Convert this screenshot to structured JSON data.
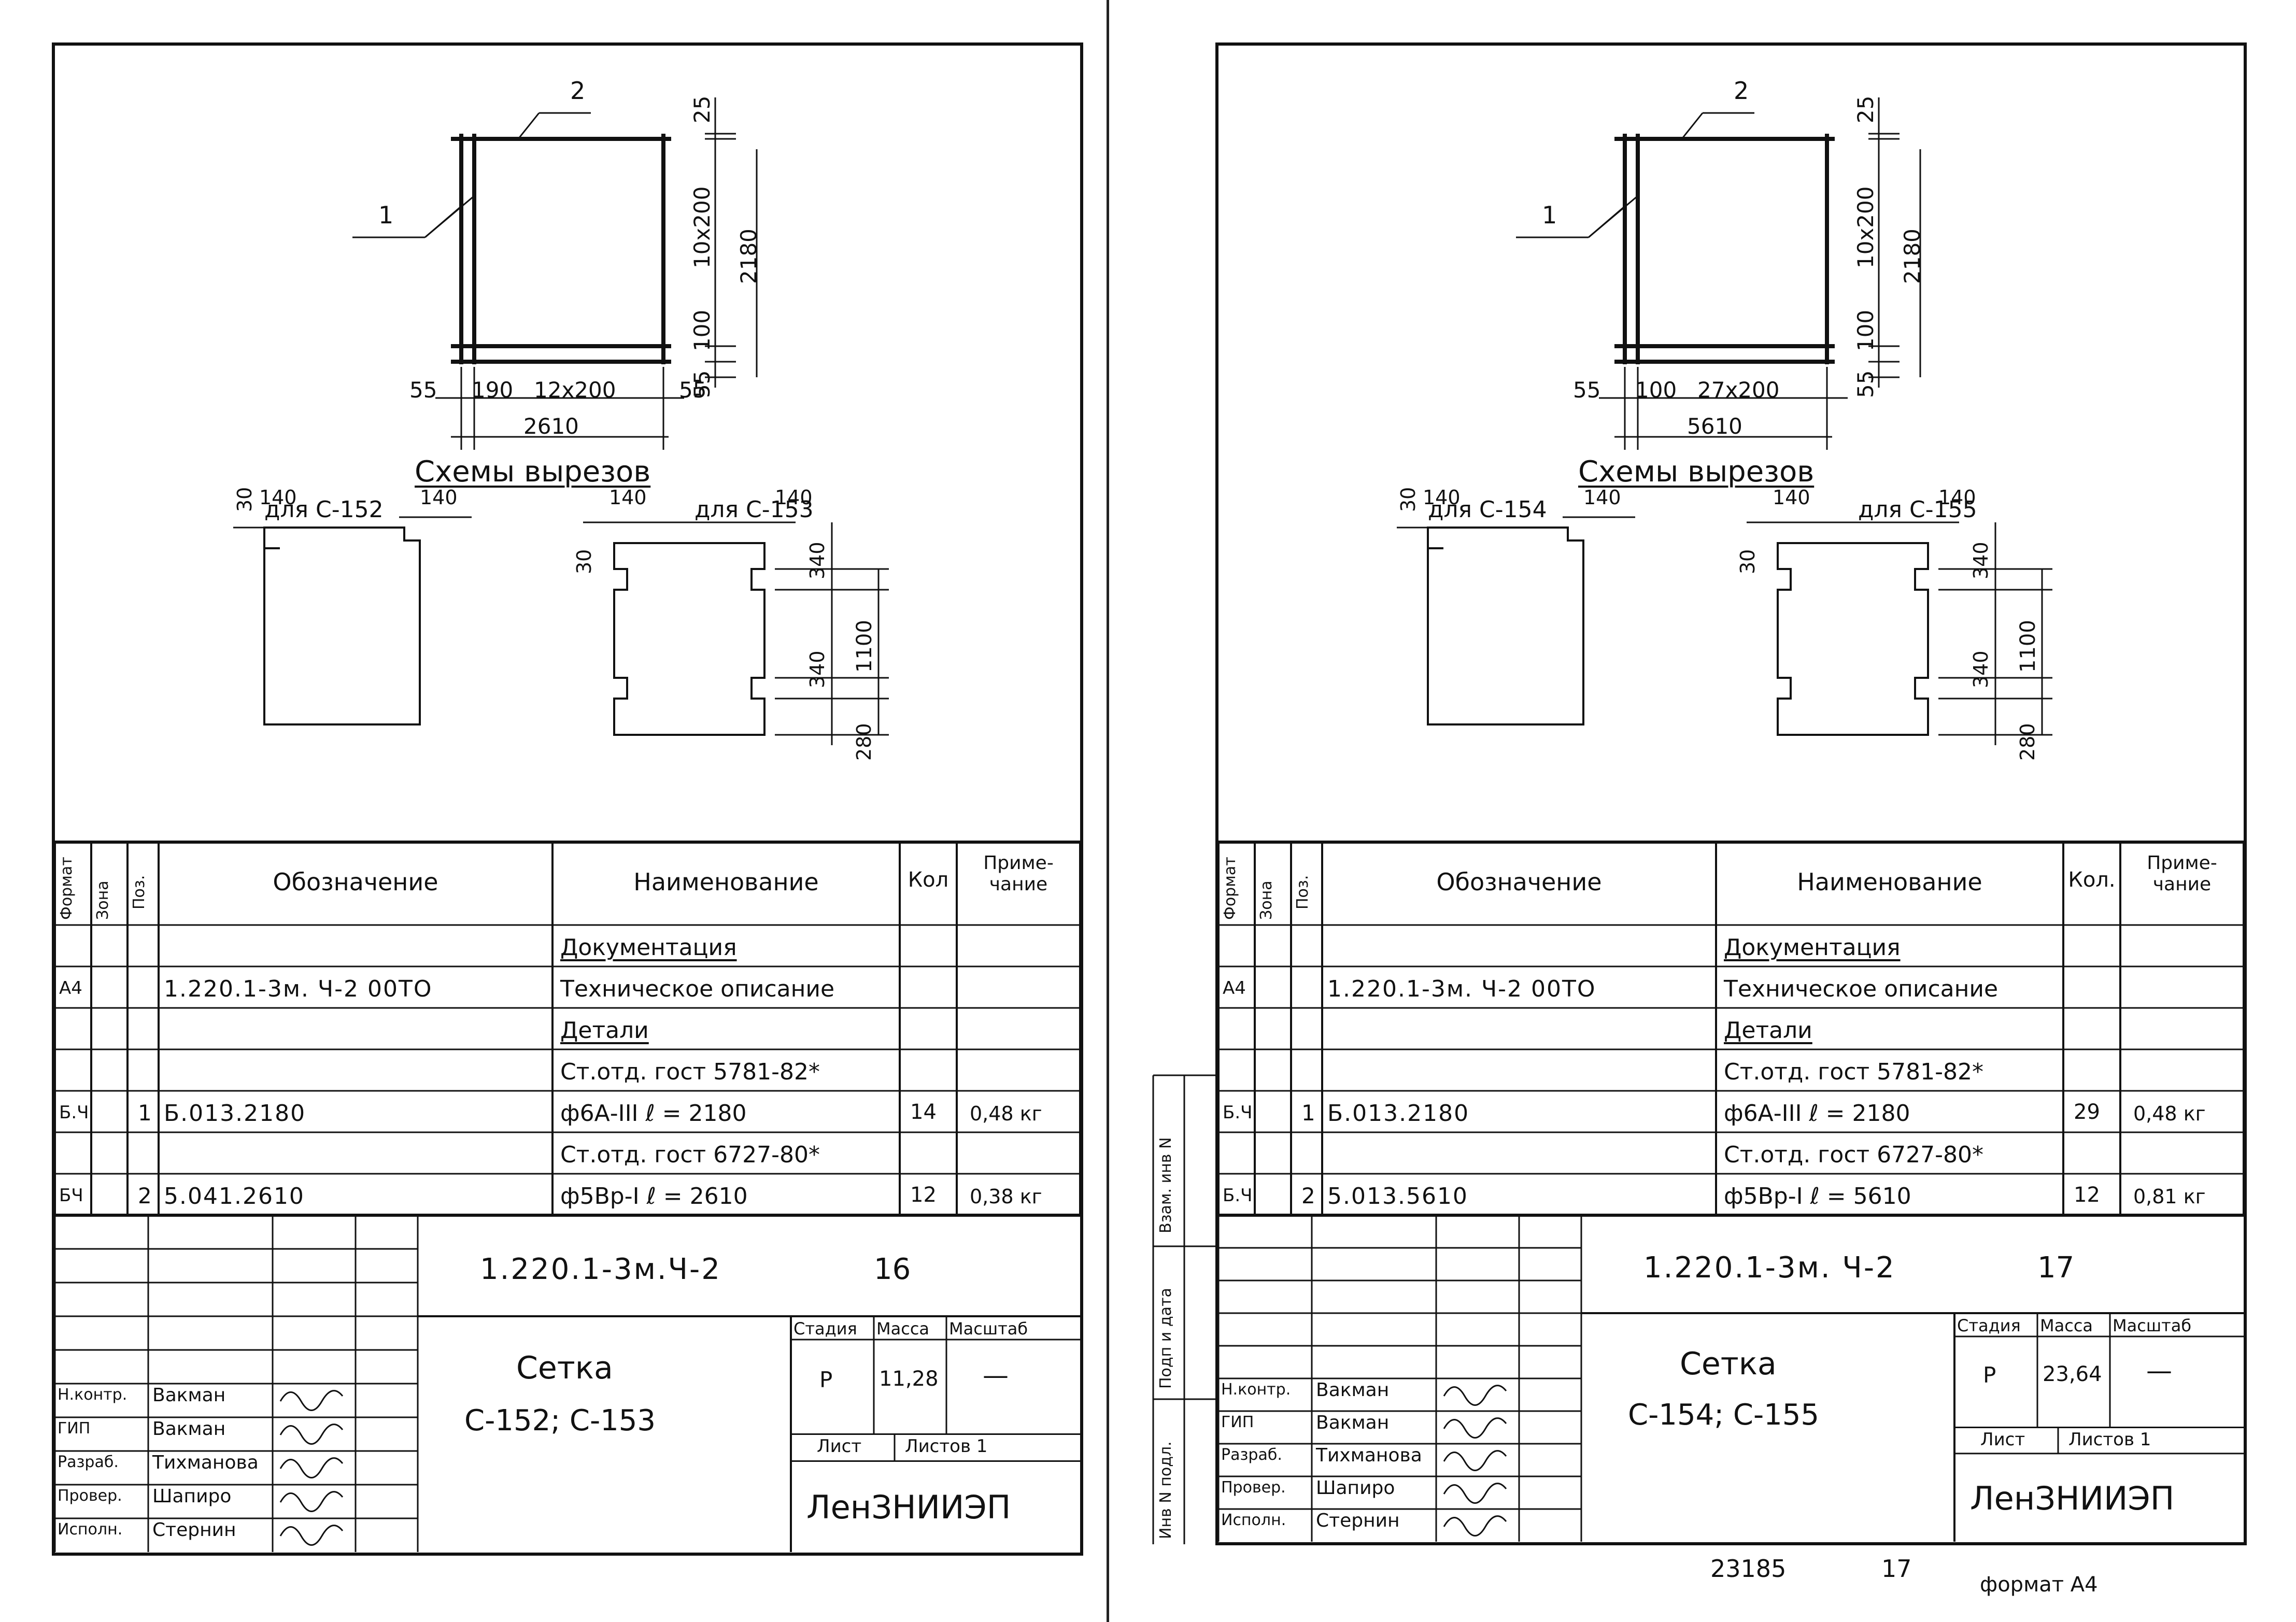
{
  "sheets": [
    {
      "scheme": {
        "pos1": "1",
        "pos2": "2",
        "dim_25": "25",
        "dim_10x200": "10x200",
        "dim_2180": "2180",
        "dim_100": "100",
        "dim_55r": "55",
        "dim_55l": "55",
        "dim_190": "190",
        "dim_12x200": "12x200",
        "dim_55b": "55",
        "dim_total": "2610",
        "cutouts_title": "Схемы вырезов",
        "for_a": "для С-152",
        "for_b": "для С-153",
        "c30a": "30",
        "c140a": "140",
        "c140b": "140",
        "c140c": "140",
        "c140d": "140",
        "c30b": "30",
        "c340a": "340",
        "c340b": "340",
        "c1100": "1100",
        "c280": "280"
      },
      "table": {
        "headers": {
          "format": "Формат",
          "zone": "Зона",
          "pos": "Поз.",
          "designation": "Обозначение",
          "name": "Наименование",
          "qty": "Кол",
          "note": "Приме-чание"
        },
        "rows": [
          {
            "fmt": "",
            "pos": "",
            "des": "",
            "name": "Документация",
            "qty": "",
            "note": "",
            "underline": true
          },
          {
            "fmt": "А4",
            "pos": "",
            "des": "1.220.1-3м. Ч-2 00ТО",
            "name": "Техническое описание",
            "qty": "",
            "note": ""
          },
          {
            "fmt": "",
            "pos": "",
            "des": "",
            "name": "Детали",
            "qty": "",
            "note": "",
            "underline": true
          },
          {
            "fmt": "",
            "pos": "",
            "des": "",
            "name": "Ст.отд. гост 5781-82*",
            "qty": "",
            "note": ""
          },
          {
            "fmt": "Б.Ч",
            "pos": "1",
            "des": "Б.013.2180",
            "name": "ф6А-III   ℓ = 2180",
            "qty": "14",
            "note": "0,48 кг"
          },
          {
            "fmt": "",
            "pos": "",
            "des": "",
            "name": "Ст.отд. гост 6727-80*",
            "qty": "",
            "note": ""
          },
          {
            "fmt": "БЧ",
            "pos": "2",
            "des": "5.041.2610",
            "name": "ф5Вр-I   ℓ = 2610",
            "qty": "12",
            "note": "0,38 кг"
          }
        ]
      },
      "stamp": {
        "code": "1.220.1-3м.Ч-2",
        "page": "16",
        "title1": "Сетка",
        "title2": "С-152;  С-153",
        "stage_label": "Стадия",
        "mass_label": "Масса",
        "scale_label": "Масштаб",
        "stage": "Р",
        "mass": "11,28",
        "scale": "—",
        "sheet_label": "Лист",
        "sheets_label": "Листов 1",
        "org": "ЛенЗНИИЭП",
        "people": [
          {
            "role": "Н.контр.",
            "name": "Вакман"
          },
          {
            "role": "ГИП",
            "name": "Вакман"
          },
          {
            "role": "Разраб.",
            "name": "Тихманова"
          },
          {
            "role": "Провер.",
            "name": "Шапиро"
          },
          {
            "role": "Исполн.",
            "name": "Стернин"
          }
        ]
      }
    },
    {
      "scheme": {
        "pos1": "1",
        "pos2": "2",
        "dim_25": "25",
        "dim_10x200": "10x200",
        "dim_2180": "2180",
        "dim_100": "100",
        "dim_55r": "55",
        "dim_55l": "55",
        "dim_190": "100",
        "dim_12x200": "27x200",
        "dim_55b": "",
        "dim_total": "5610",
        "cutouts_title": "Схемы вырезов",
        "for_a": "для С-154",
        "for_b": "для С-155",
        "c30a": "30",
        "c140a": "140",
        "c140b": "140",
        "c140c": "140",
        "c140d": "140",
        "c30b": "30",
        "c340a": "340",
        "c340b": "340",
        "c1100": "1100",
        "c280": "280"
      },
      "table": {
        "headers": {
          "format": "Формат",
          "zone": "Зона",
          "pos": "Поз.",
          "designation": "Обозначение",
          "name": "Наименование",
          "qty": "Кол.",
          "note": "Приме-чание"
        },
        "rows": [
          {
            "fmt": "",
            "pos": "",
            "des": "",
            "name": "Документация",
            "qty": "",
            "note": "",
            "underline": true
          },
          {
            "fmt": "А4",
            "pos": "",
            "des": "1.220.1-3м. Ч-2 00ТО",
            "name": "Техническое описание",
            "qty": "",
            "note": ""
          },
          {
            "fmt": "",
            "pos": "",
            "des": "",
            "name": "Детали",
            "qty": "",
            "note": "",
            "underline": true
          },
          {
            "fmt": "",
            "pos": "",
            "des": "",
            "name": "Ст.отд. гост 5781-82*",
            "qty": "",
            "note": ""
          },
          {
            "fmt": "Б.Ч",
            "pos": "1",
            "des": "Б.013.2180",
            "name": "ф6А-III   ℓ = 2180",
            "qty": "29",
            "note": "0,48 кг"
          },
          {
            "fmt": "",
            "pos": "",
            "des": "",
            "name": "Ст.отд. гост 6727-80*",
            "qty": "",
            "note": ""
          },
          {
            "fmt": "Б.Ч",
            "pos": "2",
            "des": "5.013.5610",
            "name": "ф5Вр-I   ℓ = 5610",
            "qty": "12",
            "note": "0,81 кг"
          }
        ]
      },
      "stamp": {
        "code": "1.220.1-3м. Ч-2",
        "page": "17",
        "title1": "Сетка",
        "title2": "С-154;  С-155",
        "stage_label": "Стадия",
        "mass_label": "Масса",
        "scale_label": "Масштаб",
        "stage": "Р",
        "mass": "23,64",
        "scale": "—",
        "sheet_label": "Лист",
        "sheets_label": "Листов 1",
        "org": "ЛенЗНИИЭП",
        "people": [
          {
            "role": "Н.контр.",
            "name": "Вакман"
          },
          {
            "role": "ГИП",
            "name": "Вакман"
          },
          {
            "role": "Разраб.",
            "name": "Тихманова"
          },
          {
            "role": "Провер.",
            "name": "Шапиро"
          },
          {
            "role": "Исполн.",
            "name": "Стернин"
          }
        ]
      }
    }
  ],
  "side_labels": {
    "inv": "Инв N подл.",
    "sign": "Подп и дата",
    "vzam": "Взам. инв N"
  },
  "footer": {
    "number": "23185",
    "page": "17",
    "format": "формат А4"
  }
}
